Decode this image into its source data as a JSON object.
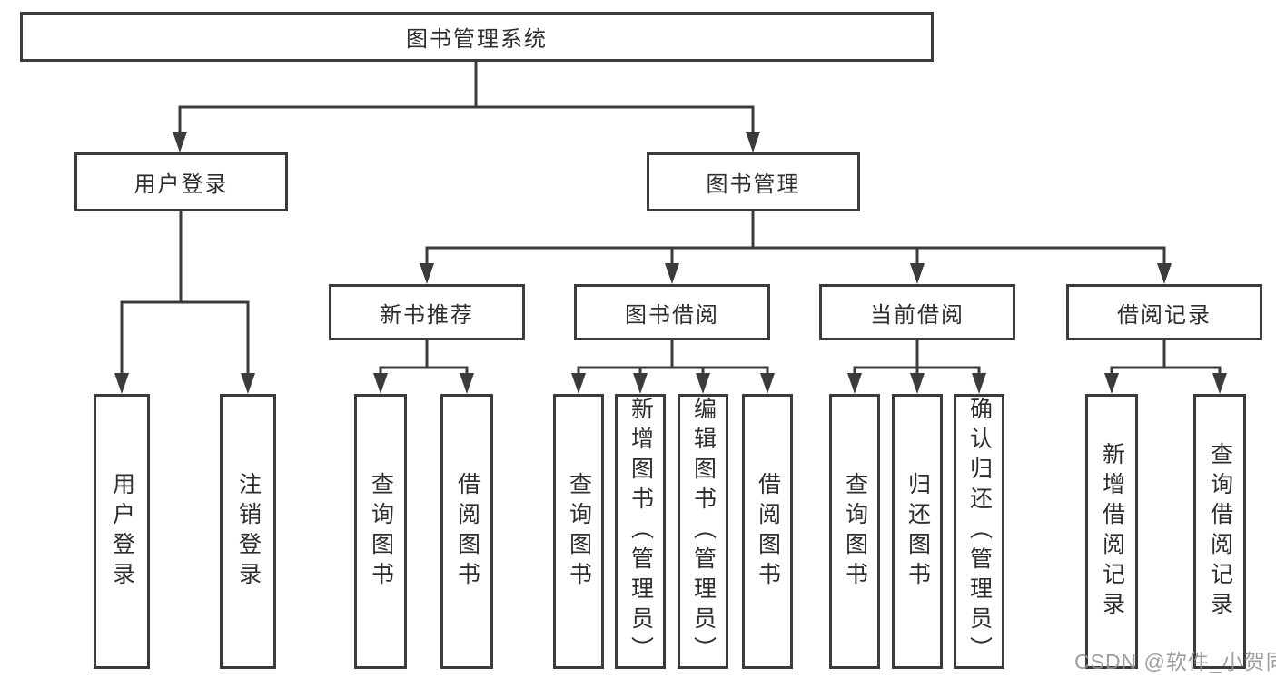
{
  "diagram": {
    "root": {
      "label": "图书管理系统"
    },
    "branches": [
      {
        "label": "用户登录",
        "children": [
          {
            "label": "用户登录"
          },
          {
            "label": "注销登录"
          }
        ]
      },
      {
        "label": "图书管理",
        "children": [
          {
            "label": "新书推荐",
            "children": [
              {
                "label": "查询图书"
              },
              {
                "label": "借阅图书"
              }
            ]
          },
          {
            "label": "图书借阅",
            "children": [
              {
                "label": "查询图书"
              },
              {
                "label": "新增图书（管理员）"
              },
              {
                "label": "编辑图书（管理员）"
              },
              {
                "label": "借阅图书"
              }
            ]
          },
          {
            "label": "当前借阅",
            "children": [
              {
                "label": "查询图书"
              },
              {
                "label": "归还图书"
              },
              {
                "label": "确认归还（管理员）"
              }
            ]
          },
          {
            "label": "借阅记录",
            "children": [
              {
                "label": "新增借阅记录"
              },
              {
                "label": "查询借阅记录"
              }
            ]
          }
        ]
      }
    ]
  },
  "watermark": {
    "text": "CSDN @软件_小贺同学"
  },
  "colors": {
    "line": "#3b3b3b",
    "node_border": "#3b3b3b",
    "text": "#2e2e2e",
    "background": "#ffffff",
    "watermark": "#949494"
  }
}
